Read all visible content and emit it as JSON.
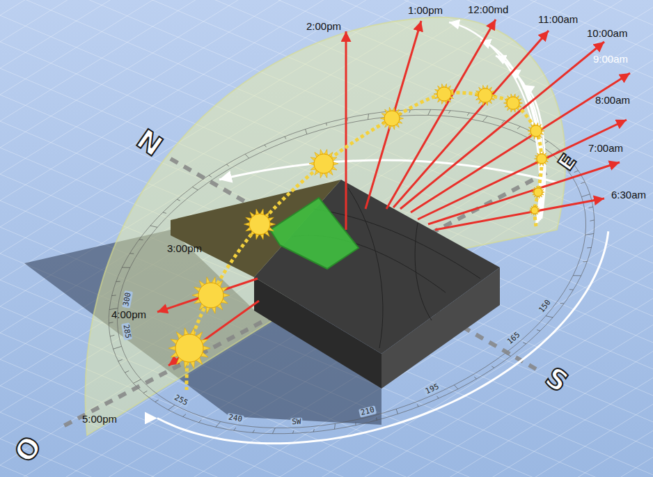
{
  "diagram": {
    "labels": [
      "6:30am",
      "7:00am",
      "8:00am",
      "9:00am",
      "10:00am",
      "11:00am",
      "12:00md",
      "1:00pm",
      "2:00pm",
      "3:00pm",
      "4:00pm",
      "5:00pm",
      "N",
      "E",
      "S",
      "O",
      "255",
      "240",
      "SW",
      "210",
      "195",
      "165",
      "150",
      "285",
      "300"
    ]
  }
}
